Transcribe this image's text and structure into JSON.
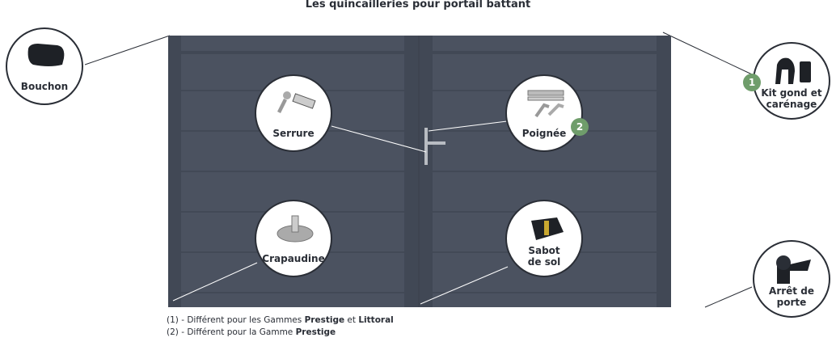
{
  "title": "Les quincailleries pour portail battant",
  "items": {
    "bouchon": "Bouchon",
    "kit_gond_1": "Kit gond et",
    "kit_gond_2": "carénage",
    "serrure": "Serrure",
    "poignee": "Poignée",
    "crapaudine": "Crapaudine",
    "sabot_1": "Sabot",
    "sabot_2": "de sol",
    "arret_1": "Arrêt de",
    "arret_2": "porte"
  },
  "badges": {
    "one": "1",
    "two": "2"
  },
  "notes": {
    "n1_prefix": "(1) - Différent pour les Gammes ",
    "n1_b1": "Prestige",
    "n1_mid": " et ",
    "n1_b2": "Littoral",
    "n2_prefix": "(2) - Différent pour la Gamme ",
    "n2_b1": "Prestige"
  },
  "colors": {
    "gate": "#4b5260",
    "badge": "#6f9d6b"
  }
}
